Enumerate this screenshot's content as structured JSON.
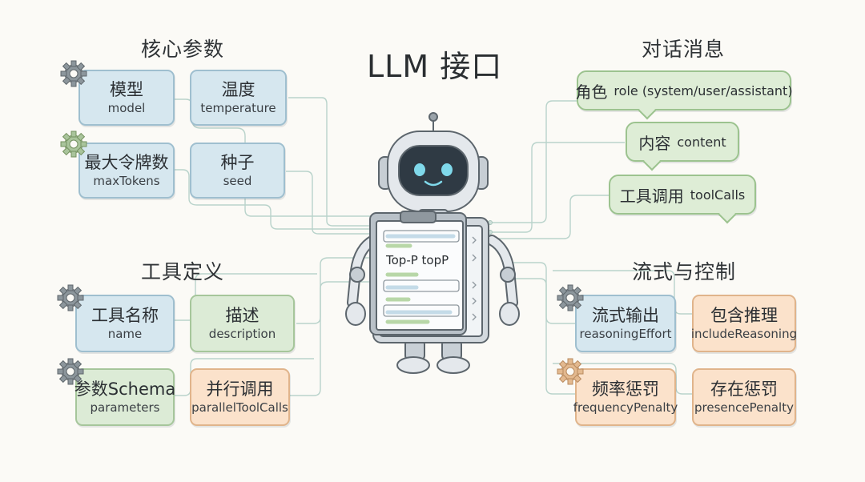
{
  "title": "LLM 接口",
  "sections": {
    "core": {
      "heading": "核心参数",
      "cards": [
        {
          "zh": "模型",
          "en": "model"
        },
        {
          "zh": "温度",
          "en": "temperature"
        },
        {
          "zh": "最大令牌数",
          "en": "maxTokens"
        },
        {
          "zh": "种子",
          "en": "seed"
        }
      ]
    },
    "dialog": {
      "heading": "对话消息",
      "bubbles": [
        {
          "zh": "角色",
          "en": "role (system/user/assistant)"
        },
        {
          "zh": "内容",
          "en": "content"
        },
        {
          "zh": "工具调用",
          "en": "toolCalls"
        }
      ]
    },
    "tools": {
      "heading": "工具定义",
      "cards": [
        {
          "zh": "工具名称",
          "en": "name"
        },
        {
          "zh": "描述",
          "en": "description"
        },
        {
          "zh": "参数Schema",
          "en": "parameters"
        },
        {
          "zh": "并行调用",
          "en": "parallelToolCalls"
        }
      ]
    },
    "flow": {
      "heading": "流式与控制",
      "cards": [
        {
          "zh": "流式输出",
          "en": "reasoningEffort"
        },
        {
          "zh": "包含推理",
          "en": "includeReasoning"
        },
        {
          "zh": "频率惩罚",
          "en": "frequencyPenalty"
        },
        {
          "zh": "存在惩罚",
          "en": "presencePenalty"
        }
      ]
    }
  },
  "clipboard": {
    "label": "Top-P topP"
  },
  "icons": [
    "gear-icon",
    "robot-icon",
    "clipboard-icon"
  ],
  "colors": {
    "blue_card": "#d6e7ef",
    "green_card": "#dcebd6",
    "peach_card": "#fbe2cb",
    "line": "#b9d3cb",
    "robot_body": "#e4e8ec",
    "robot_face": "#2f3a44",
    "robot_eyes": "#7fd8ea"
  }
}
